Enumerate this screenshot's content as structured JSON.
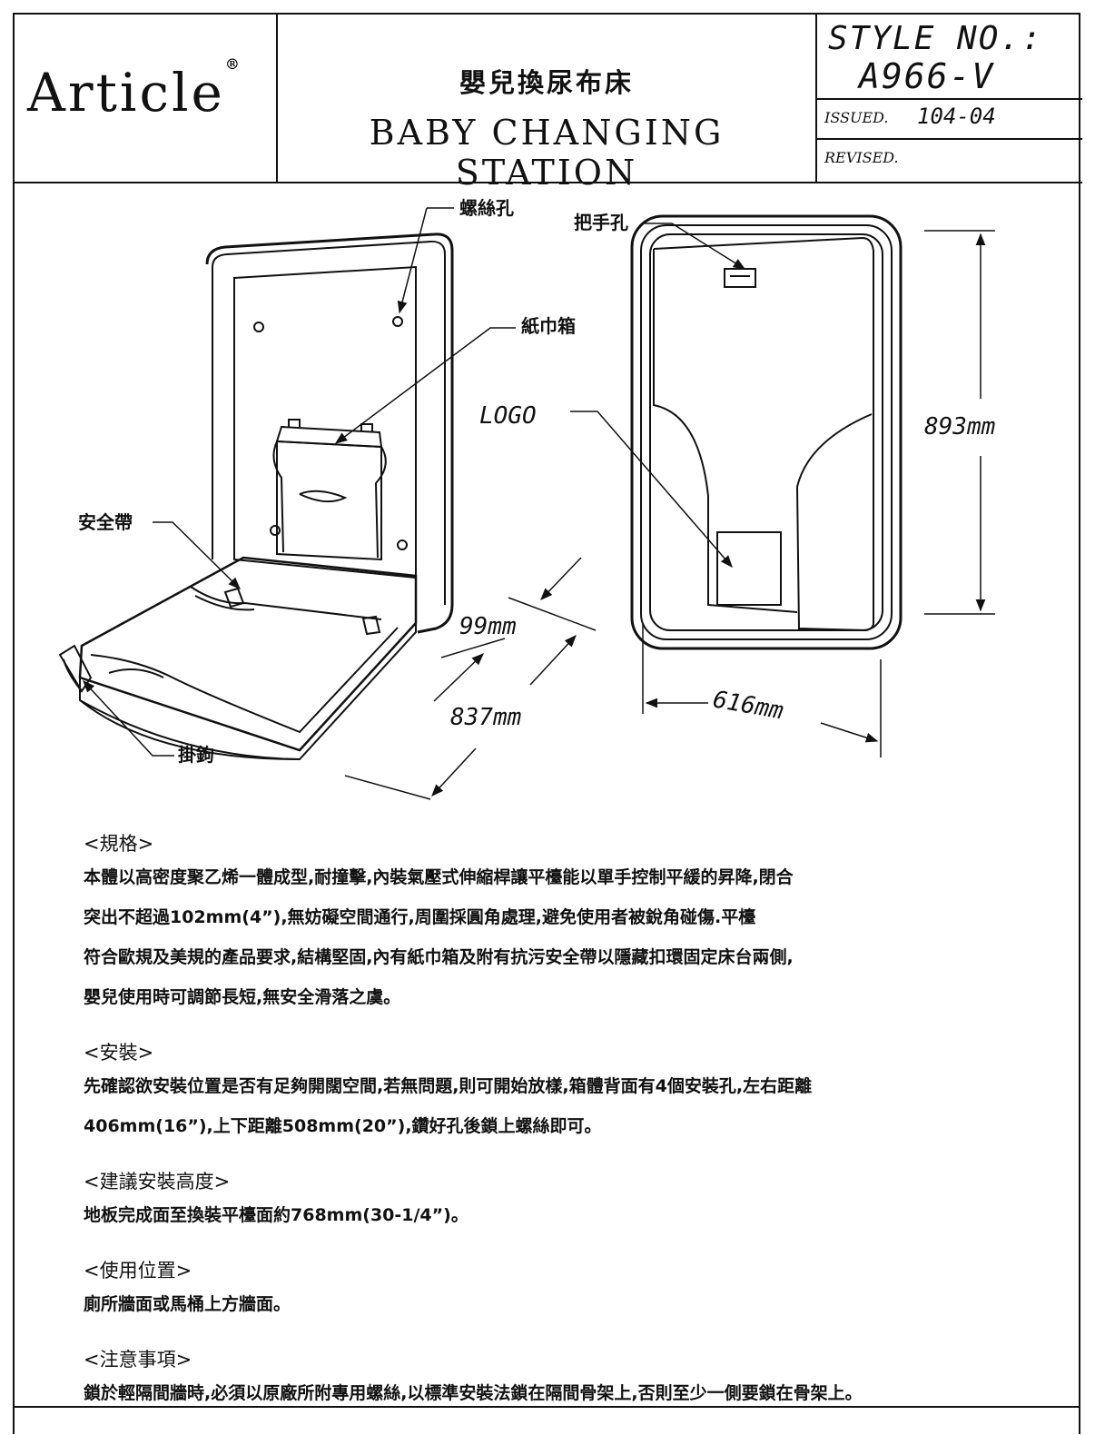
{
  "header": {
    "brand": "Article",
    "registered_mark": "®",
    "title_zh": "嬰兒換尿布床",
    "title_en": "BABY CHANGING STATION",
    "style_label": "STYLE NO.:",
    "style_no": "A966-V",
    "issued_label": "ISSUED.",
    "issued_value": "104-04",
    "revised_label": "REVISED."
  },
  "drawing": {
    "labels": {
      "screw_hole": "螺絲孔",
      "handle_hole": "把手孔",
      "tissue_box": "紙巾箱",
      "logo": "LOGO",
      "safety_belt": "安全帶",
      "hook": "掛鉤"
    },
    "dimensions": {
      "height": "893mm",
      "width": "616mm",
      "depth_closed": "99mm",
      "depth_open": "837mm"
    }
  },
  "specs": [
    {
      "heading": "<規格>",
      "lines": [
        "本體以高密度聚乙烯一體成型,耐撞擊,內裝氣壓式伸縮桿讓平檯能以單手控制平緩的昇降,閉合",
        "突出不超過102mm(4”),無妨礙空間通行,周圍採圓角處理,避免使用者被銳角碰傷.平檯",
        "符合歐規及美規的產品要求,結構堅固,內有紙巾箱及附有抗污安全帶以隱藏扣環固定床台兩側,",
        "嬰兒使用時可調節長短,無安全滑落之虞。"
      ]
    },
    {
      "heading": "<安裝>",
      "lines": [
        "先確認欲安裝位置是否有足夠開闊空間,若無問題,則可開始放樣,箱體背面有4個安裝孔,左右距離",
        "406mm(16”),上下距離508mm(20”),鑽好孔後鎖上螺絲即可。"
      ]
    },
    {
      "heading": "<建議安裝高度>",
      "lines": [
        "地板完成面至換裝平檯面約768mm(30-1/4”)。"
      ]
    },
    {
      "heading": "<使用位置>",
      "lines": [
        "廁所牆面或馬桶上方牆面。"
      ]
    },
    {
      "heading": "<注意事項>",
      "lines": [
        "鎖於輕隔間牆時,必須以原廠所附專用螺絲,以標準安裝法鎖在隔間骨架上,否則至少一側要鎖在骨架上。"
      ]
    }
  ]
}
